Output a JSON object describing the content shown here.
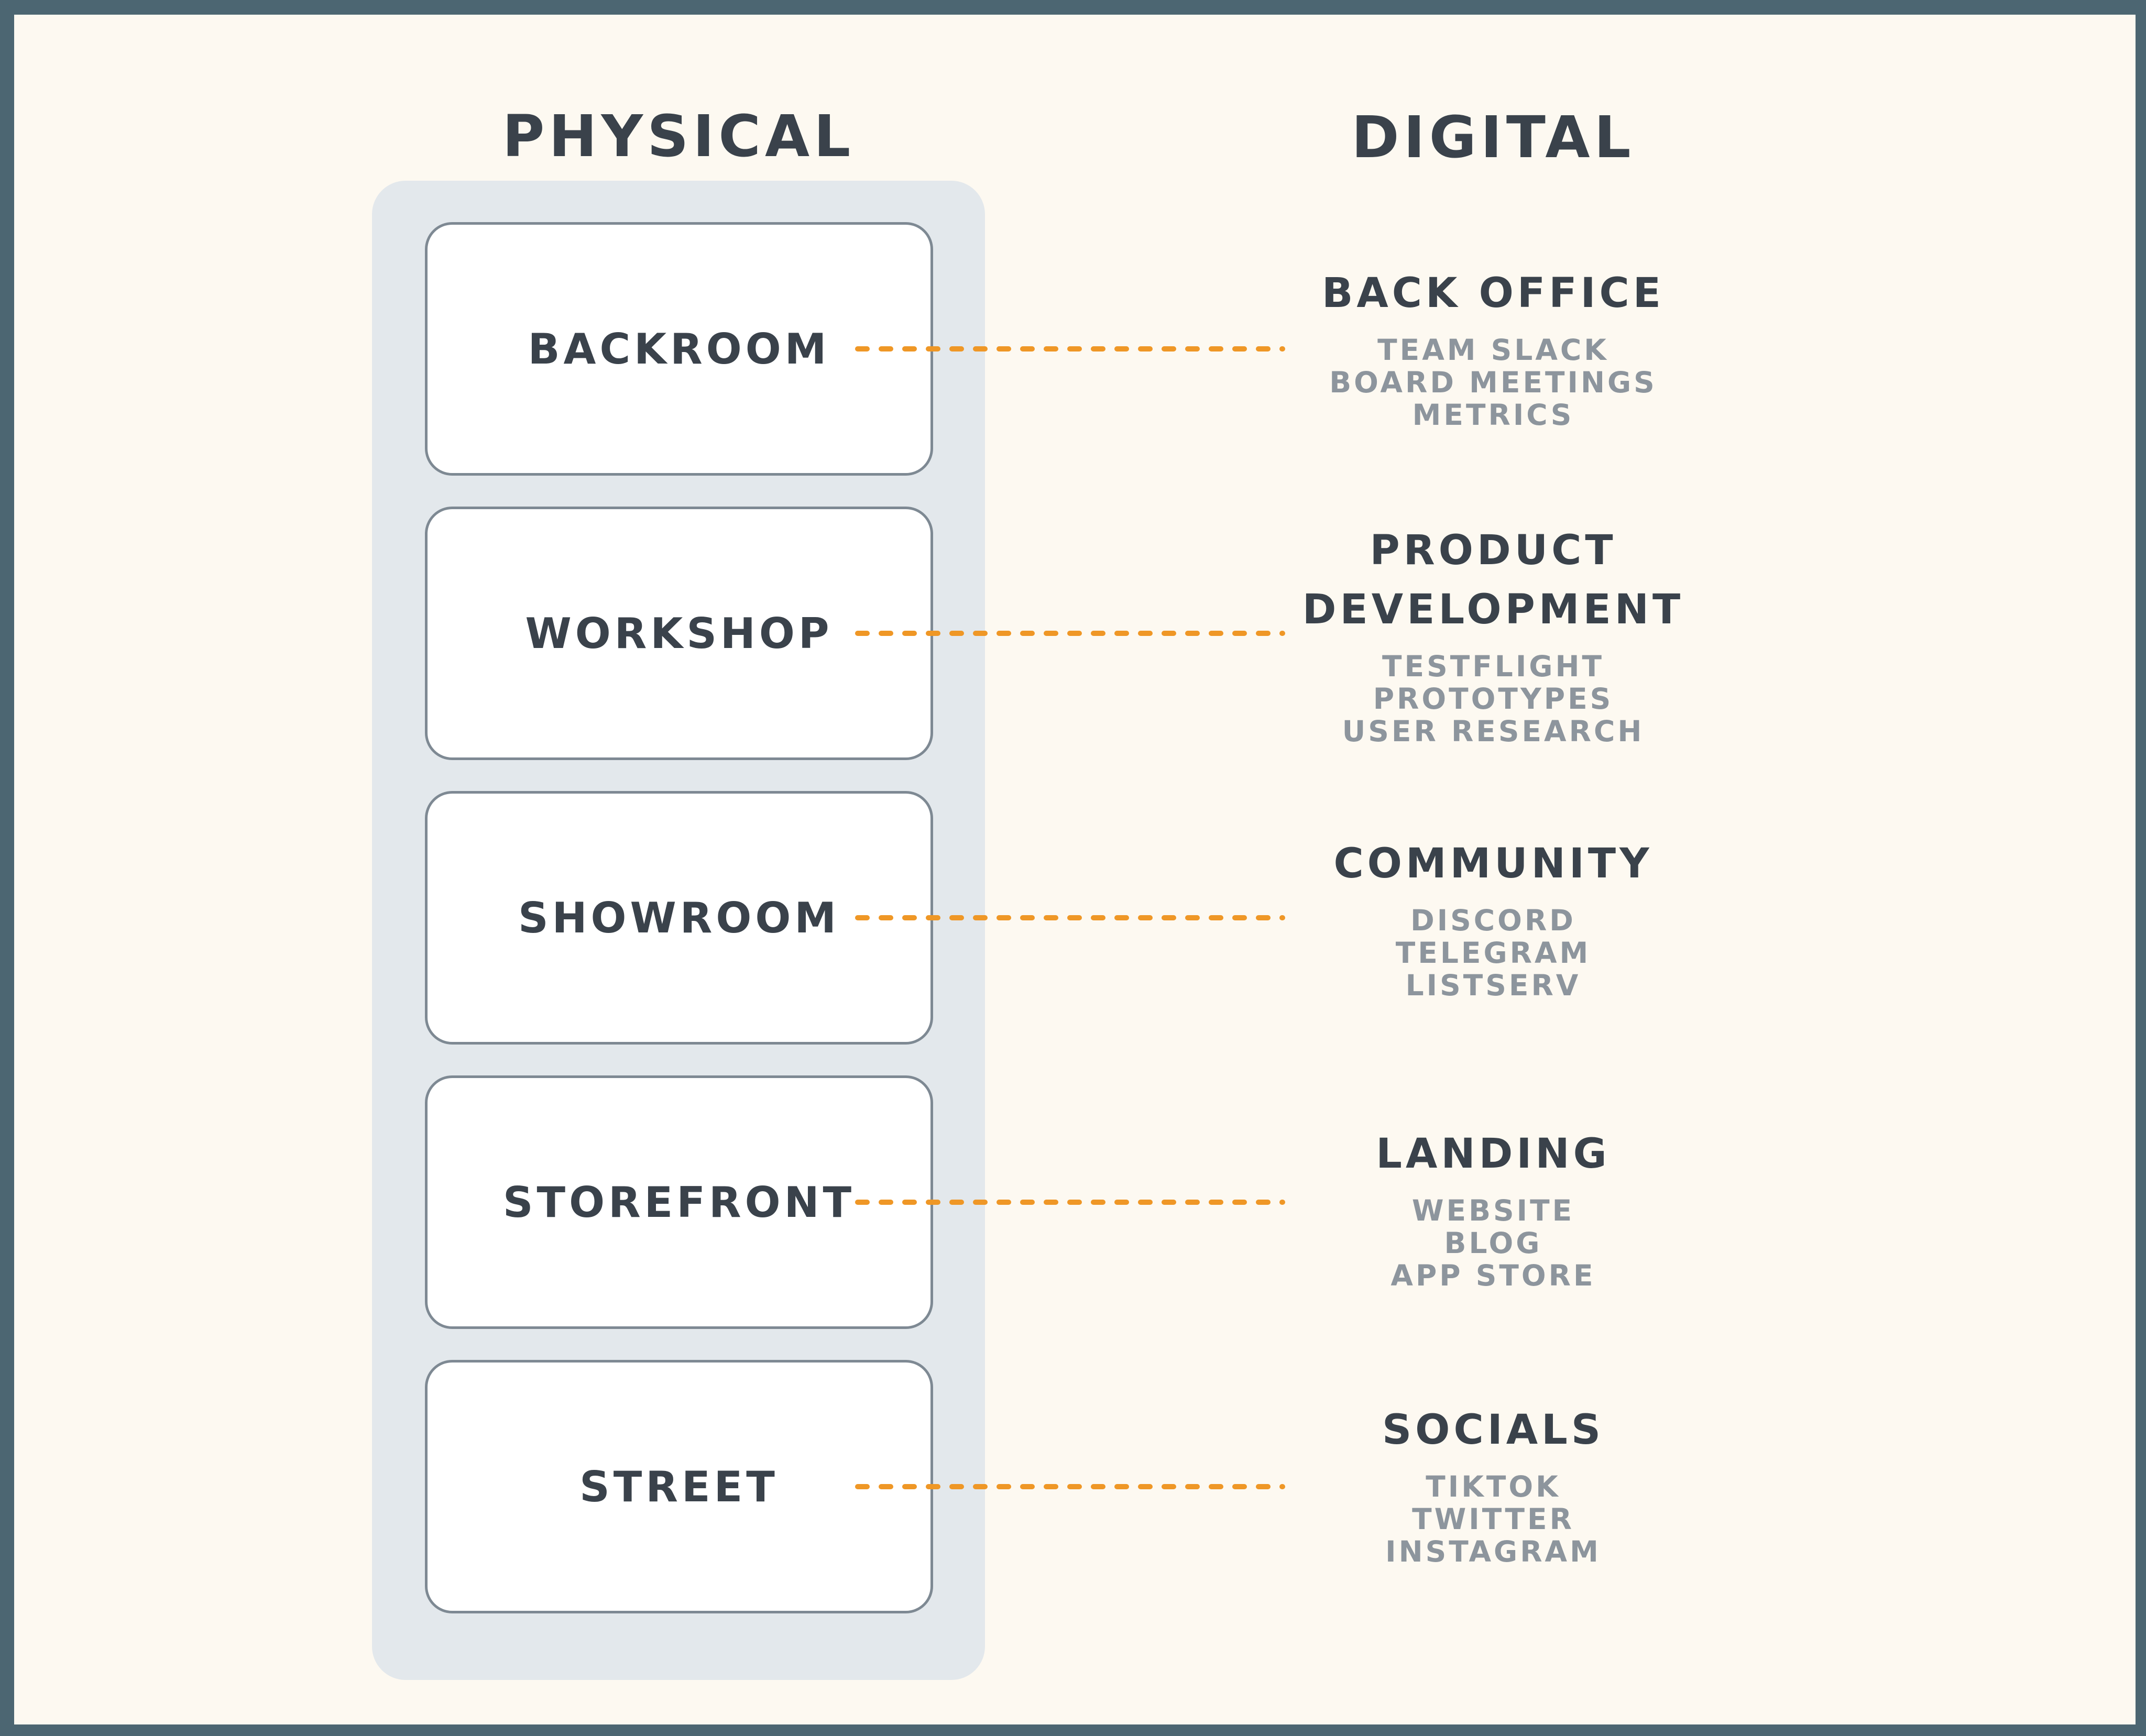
{
  "titles": {
    "physical": "PHYSICAL",
    "digital": "DIGITAL"
  },
  "physical_rooms": [
    {
      "label": "BACKROOM"
    },
    {
      "label": "WORKSHOP"
    },
    {
      "label": "SHOWROOM"
    },
    {
      "label": "STOREFRONT"
    },
    {
      "label": "STREET"
    }
  ],
  "digital_groups": [
    {
      "heading": "BACK OFFICE",
      "items": [
        "TEAM SLACK",
        "BOARD MEETINGS",
        "METRICS"
      ]
    },
    {
      "heading": "PRODUCT DEVELOPMENT",
      "items": [
        "TESTFLIGHT",
        "PROTOTYPES",
        "USER RESEARCH"
      ]
    },
    {
      "heading": "COMMUNITY",
      "items": [
        "DISCORD",
        "TELEGRAM",
        "LISTSERV"
      ]
    },
    {
      "heading": "LANDING",
      "items": [
        "WEBSITE",
        "BLOG",
        "APP STORE"
      ]
    },
    {
      "heading": "SOCIALS",
      "items": [
        "TIKTOK",
        "TWITTER",
        "INSTAGRAM"
      ]
    }
  ],
  "colors": {
    "frame": "#4c6672",
    "background": "#fdf9f1",
    "tray": "#e3e8ec",
    "box_border": "#7e8993",
    "box_fill": "#ffffff",
    "heading_text": "#3a424b",
    "item_text": "#8d959d",
    "connector": "#ef9726"
  }
}
